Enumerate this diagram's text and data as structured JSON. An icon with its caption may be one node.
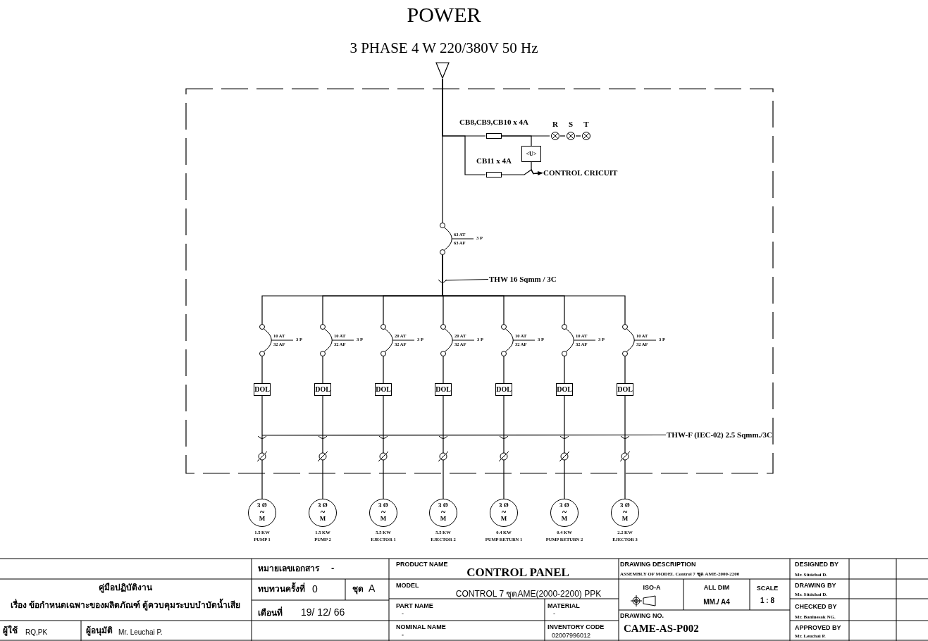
{
  "diagram": {
    "title": "POWER",
    "nodes": [
      {
        "text": [],
        "shape": "triangle"
      },
      {
        "text": [],
        "shape": "box",
        "beside": [
          "CB8,CB9,CB10 x 4A"
        ]
      },
      {
        "text": [
          "R"
        ]
      },
      {
        "text": [
          "S"
        ]
      },
      {
        "text": [
          "T"
        ]
      },
      {
        "text": [
          "<U>"
        ]
      },
      {
        "text": [],
        "shape": "box",
        "beside": [
          "CB11 x 4A"
        ]
      },
      {
        "text": [],
        "shape": "breaker",
        "beside": [
          "63 AT",
          "63 AF",
          "3 P"
        ]
      },
      {
        "text": [],
        "shape": "breaker",
        "beside": [
          "10 AT",
          "32 AF",
          "3 P"
        ]
      },
      {
        "text": [],
        "shape": "breaker",
        "beside": [
          "10 AT",
          "32 AF",
          "3 P"
        ]
      },
      {
        "text": [],
        "shape": "breaker",
        "beside": [
          "20 AT",
          "32 AF",
          "3 P"
        ]
      },
      {
        "text": [],
        "shape": "breaker",
        "beside": [
          "20 AT",
          "32 AF",
          "3 P"
        ]
      },
      {
        "text": [],
        "shape": "breaker",
        "beside": [
          "10 AT",
          "32 AF",
          "3 P"
        ]
      },
      {
        "text": [],
        "shape": "breaker",
        "beside": [
          "10 AT",
          "32 AF",
          "3 P"
        ]
      },
      {
        "text": [],
        "shape": "breaker",
        "beside": [
          "10 AT",
          "32 AF",
          "3 P"
        ]
      },
      {
        "text": [
          "DOL"
        ]
      },
      {
        "text": [
          "DOL"
        ]
      },
      {
        "text": [
          "DOL"
        ]
      },
      {
        "text": [
          "DOL"
        ]
      },
      {
        "text": [
          "DOL"
        ]
      },
      {
        "text": [
          "DOL"
        ]
      },
      {
        "text": [
          "DOL"
        ]
      },
      {
        "text": [
          "3 Ø",
          "~",
          "M"
        ],
        "beside": [
          "1.5 KW",
          "PUMP 1"
        ]
      },
      {
        "text": [
          "3 Ø",
          "~",
          "M"
        ],
        "beside": [
          "1.5 KW",
          "PUMP 2"
        ]
      },
      {
        "text": [
          "3 Ø",
          "~",
          "M"
        ],
        "beside": [
          "5.5 KW",
          "EJECTOR 1"
        ]
      },
      {
        "text": [
          "3 Ø",
          "~",
          "M"
        ],
        "beside": [
          "5.5 KW",
          "EJECTOR 2"
        ]
      },
      {
        "text": [
          "3 Ø",
          "~",
          "M"
        ],
        "beside": [
          "0.4 KW",
          "PUMP RETURN 1"
        ]
      },
      {
        "text": [
          "3 Ø",
          "~",
          "M"
        ],
        "beside": [
          "0.4 KW",
          "PUMP RETURN 2"
        ]
      },
      {
        "text": [
          "3 Ø",
          "~",
          "M"
        ],
        "beside": [
          "2.2 KW",
          "EJECTOR 3"
        ]
      },
      {
        "text": [
          "THW 16 Sqmm / 3C"
        ]
      },
      {
        "text": [
          "THW-F (IEC-02) 2.5 Sqmm./3C"
        ]
      },
      {
        "text": [
          "CONTROL CRICUIT"
        ]
      }
    ],
    "edges": [
      {
        "from": 0,
        "to": 7,
        "arrow": "none"
      },
      {
        "from": 0,
        "to": 1,
        "arrow": "none"
      },
      {
        "from": 0,
        "to": 6,
        "arrow": "none"
      },
      {
        "from": 1,
        "to": 2,
        "arrow": "none"
      },
      {
        "from": 2,
        "to": 3,
        "arrow": "none"
      },
      {
        "from": 3,
        "to": 4,
        "arrow": "none"
      },
      {
        "from": 1,
        "to": 5,
        "arrow": "none"
      },
      {
        "from": 6,
        "to": 31,
        "arrow": "to"
      },
      {
        "from": 5,
        "to": 31,
        "arrow": "none"
      },
      {
        "from": 7,
        "to": 8,
        "arrow": "none"
      },
      {
        "from": 7,
        "to": 9,
        "arrow": "none"
      },
      {
        "from": 7,
        "to": 10,
        "arrow": "none"
      },
      {
        "from": 7,
        "to": 11,
        "arrow": "none"
      },
      {
        "from": 7,
        "to": 12,
        "arrow": "none"
      },
      {
        "from": 7,
        "to": 13,
        "arrow": "none"
      },
      {
        "from": 7,
        "to": 14,
        "arrow": "none"
      },
      {
        "from": 8,
        "to": 15,
        "arrow": "none"
      },
      {
        "from": 9,
        "to": 16,
        "arrow": "none"
      },
      {
        "from": 10,
        "to": 17,
        "arrow": "none"
      },
      {
        "from": 11,
        "to": 18,
        "arrow": "none"
      },
      {
        "from": 12,
        "to": 19,
        "arrow": "none"
      },
      {
        "from": 13,
        "to": 20,
        "arrow": "none"
      },
      {
        "from": 14,
        "to": 21,
        "arrow": "none"
      },
      {
        "from": 15,
        "to": 22,
        "arrow": "none"
      },
      {
        "from": 16,
        "to": 23,
        "arrow": "none"
      },
      {
        "from": 17,
        "to": 24,
        "arrow": "none"
      },
      {
        "from": 18,
        "to": 25,
        "arrow": "none"
      },
      {
        "from": 19,
        "to": 26,
        "arrow": "none"
      },
      {
        "from": 20,
        "to": 27,
        "arrow": "none"
      },
      {
        "from": 21,
        "to": 28,
        "arrow": "none"
      },
      {
        "from": 29,
        "to": null,
        "arrow": "none"
      },
      {
        "from": 30,
        "to": null,
        "arrow": "none"
      }
    ],
    "labels": [
      "3 PHASE 4 W 220/380V 50 Hz",
      "หมายเลขเอกสาร",
      "-",
      "PRODUCT NAME",
      "CONTROL PANEL",
      "DRAWING DESCRIPTION",
      "ASSEMBLY OF MODEL Control 7 ชุด AME-2000-2200",
      "DESIGNED BY",
      "Mr. Sittichai D.",
      "คู่มือปฏิบัติงาน",
      "ทบทวนครั้งที่",
      "0",
      "ชุด",
      "A",
      "MODEL",
      "CONTROL 7 ชุดAME(2000-2200) PPK",
      "ISO-A",
      "ALL DIM",
      "SCALE",
      "DRAWING BY",
      "Mr. Sittichai D.",
      "เรื่อง ข้อกำหนดเฉพาะของผลิตภัณฑ์ ตู้ควบคุมระบบบำบัดน้ำเสีย",
      "เดือนที่",
      "19/ 12/ 66",
      "PART NAME",
      "-",
      "MATERIAL",
      "-",
      "MM./ A4",
      "1 : 8",
      "CHECKED BY",
      "Mr. Banluesak NG.",
      "DRAWING NO.",
      "ผู้ใช้",
      "RQ,PK",
      "ผู้อนุมัติ",
      "Mr. Leuchai P.",
      "NOMINAL NAME",
      "-",
      "INVENTORY CODE",
      "02007996012",
      "CAME-AS-P002",
      "APPROVED BY",
      "Mr. Leuchai P."
    ]
  }
}
